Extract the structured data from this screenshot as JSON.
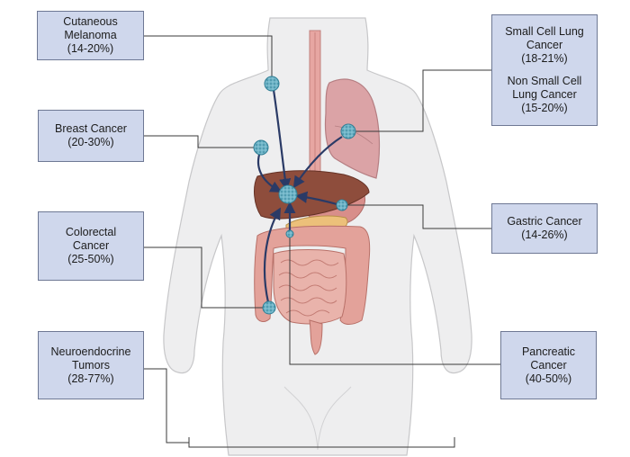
{
  "labels": {
    "cutaneous_melanoma": {
      "name_line1": "Cutaneous",
      "name_line2": "Melanoma",
      "range": "(14-20%)"
    },
    "breast_cancer": {
      "name": "Breast Cancer",
      "range": "(20-30%)"
    },
    "colorectal_cancer": {
      "name_line1": "Colorectal",
      "name_line2": "Cancer",
      "range": "(25-50%)"
    },
    "neuroendocrine_tumors": {
      "name_line1": "Neuroendocrine",
      "name_line2": "Tumors",
      "range": "(28-77%)"
    },
    "lung_cancer": {
      "sclc_line1": "Small Cell Lung",
      "sclc_line2": "Cancer",
      "sclc_range": "(18-21%)",
      "nsclc_line1": "Non Small Cell",
      "nsclc_line2": "Lung Cancer",
      "nsclc_range": "(15-20%)"
    },
    "gastric_cancer": {
      "name": "Gastric Cancer",
      "range": "(14-26%)"
    },
    "pancreatic_cancer": {
      "name_line1": "Pancreatic",
      "name_line2": "Cancer",
      "range": "(40-50%)"
    }
  },
  "colors": {
    "label_fill": "#cfd7ec",
    "label_border": "#6e7894",
    "connector": "#3a3a3a",
    "arrow": "#2a3a66",
    "body_fill": "#eeeeef",
    "body_outline": "#c7c7c9",
    "liver": "#8e4d3c",
    "lung": "#dba3a6",
    "intestine": "#e3a29a",
    "esophagus": "#e7a6a2",
    "stomach": "#d88e8a",
    "pancreas": "#ecc07a",
    "tumor": "#6fb4c7"
  }
}
